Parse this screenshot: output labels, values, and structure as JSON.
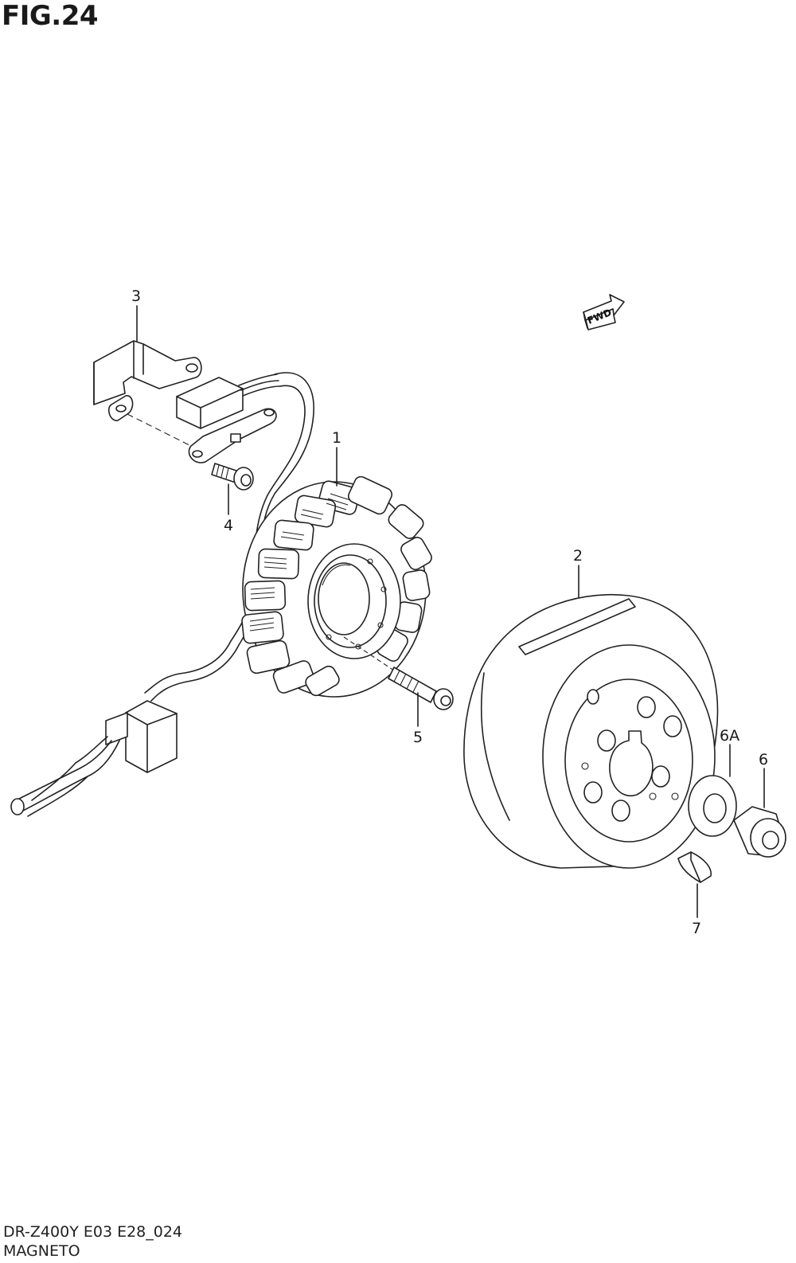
{
  "figure": {
    "title": "FIG.24"
  },
  "fwd_label": "FWD",
  "callouts": [
    {
      "id": "1",
      "label": "1"
    },
    {
      "id": "2",
      "label": "2"
    },
    {
      "id": "3",
      "label": "3"
    },
    {
      "id": "4",
      "label": "4"
    },
    {
      "id": "5",
      "label": "5"
    },
    {
      "id": "6",
      "label": "6"
    },
    {
      "id": "6A",
      "label": "6A"
    },
    {
      "id": "7",
      "label": "7"
    }
  ],
  "footer": {
    "model_code": "DR-Z400Y E03 E28_024",
    "section_name": "MAGNETO"
  }
}
